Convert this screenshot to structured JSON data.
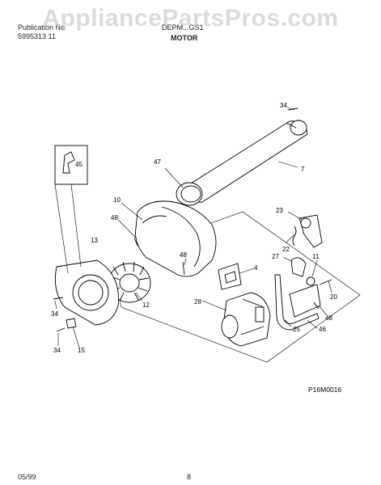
{
  "header": {
    "line1_left": "Publication No",
    "line2_left": "5995313 11",
    "model": "DEPM...GS1",
    "section": "MOTOR"
  },
  "watermark": "AppliancePartsPros.com",
  "diagram_code": "P16M0016",
  "footer": {
    "date": "05/99",
    "page": "8"
  },
  "callouts": {
    "c34a": "34",
    "c47": "47",
    "c7": "7",
    "c45": "45",
    "c10": "10",
    "c48a": "48",
    "c23": "23",
    "c13": "13",
    "c22": "22",
    "c48b": "48",
    "c27": "27",
    "c11": "11",
    "c4": "4",
    "c12": "12",
    "c20": "20",
    "c34b": "34",
    "c28": "28",
    "c48c": "48",
    "c25": "25",
    "c46": "46",
    "c34c": "34",
    "c15": "15"
  },
  "colors": {
    "line": "#000000",
    "watermark": "#bebebe",
    "background": "#ffffff"
  }
}
